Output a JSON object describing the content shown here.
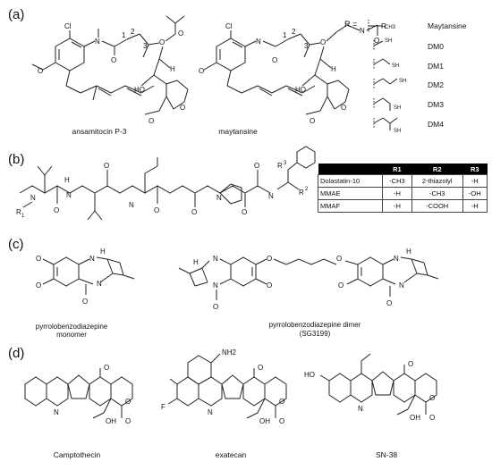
{
  "panels": {
    "a": {
      "label": "(a)",
      "molecule_1": "ansamitocin P-3",
      "molecule_2": "maytansine",
      "r_equals": "R =",
      "r_groups": [
        {
          "name": "Maytansine",
          "atom": "CH3"
        },
        {
          "name": "DM0",
          "atom": "SH"
        },
        {
          "name": "DM1",
          "atom": "SH"
        },
        {
          "name": "DM2",
          "atom": "SH"
        },
        {
          "name": "DM3",
          "atom": "SH"
        },
        {
          "name": "DM4",
          "atom": "SH"
        }
      ],
      "atoms": {
        "cl": "Cl",
        "n": "N",
        "o": "O",
        "h": "H",
        "ho": "HO",
        "n1": "1",
        "n2": "2",
        "n3": "3"
      }
    },
    "b": {
      "label": "(b)",
      "atoms": {
        "n": "N",
        "h": "H",
        "o": "O",
        "r1": "R",
        "r1sub": "1",
        "r2": "R",
        "r2sup": "2",
        "r3": "R",
        "r3sup": "3"
      },
      "table": {
        "headers": [
          "",
          "R1",
          "R2",
          "R3"
        ],
        "rows": [
          [
            "Dolastatin-10",
            "-CH3",
            "2-thiazolyl",
            "-H"
          ],
          [
            "MMAE",
            "-H",
            "-CH3",
            "-OH"
          ],
          [
            "MMAF",
            "-H",
            "-COOH",
            "-H"
          ]
        ]
      }
    },
    "c": {
      "label": "(c)",
      "molecule_1_line1": "pyrrolobenzodiazepine",
      "molecule_1_line2": "monomer",
      "molecule_2_line1": "pyrrolobenzodiazepine dimer",
      "molecule_2_line2": "(SG3199)",
      "atoms": {
        "n": "N",
        "o": "O",
        "h": "H"
      }
    },
    "d": {
      "label": "(d)",
      "molecule_1": "Camptothecin",
      "molecule_2": "exatecan",
      "molecule_3": "SN-38",
      "atoms": {
        "n": "N",
        "o": "O",
        "oh": "OH",
        "nh2": "NH2",
        "f": "F",
        "ho": "HO"
      }
    }
  }
}
